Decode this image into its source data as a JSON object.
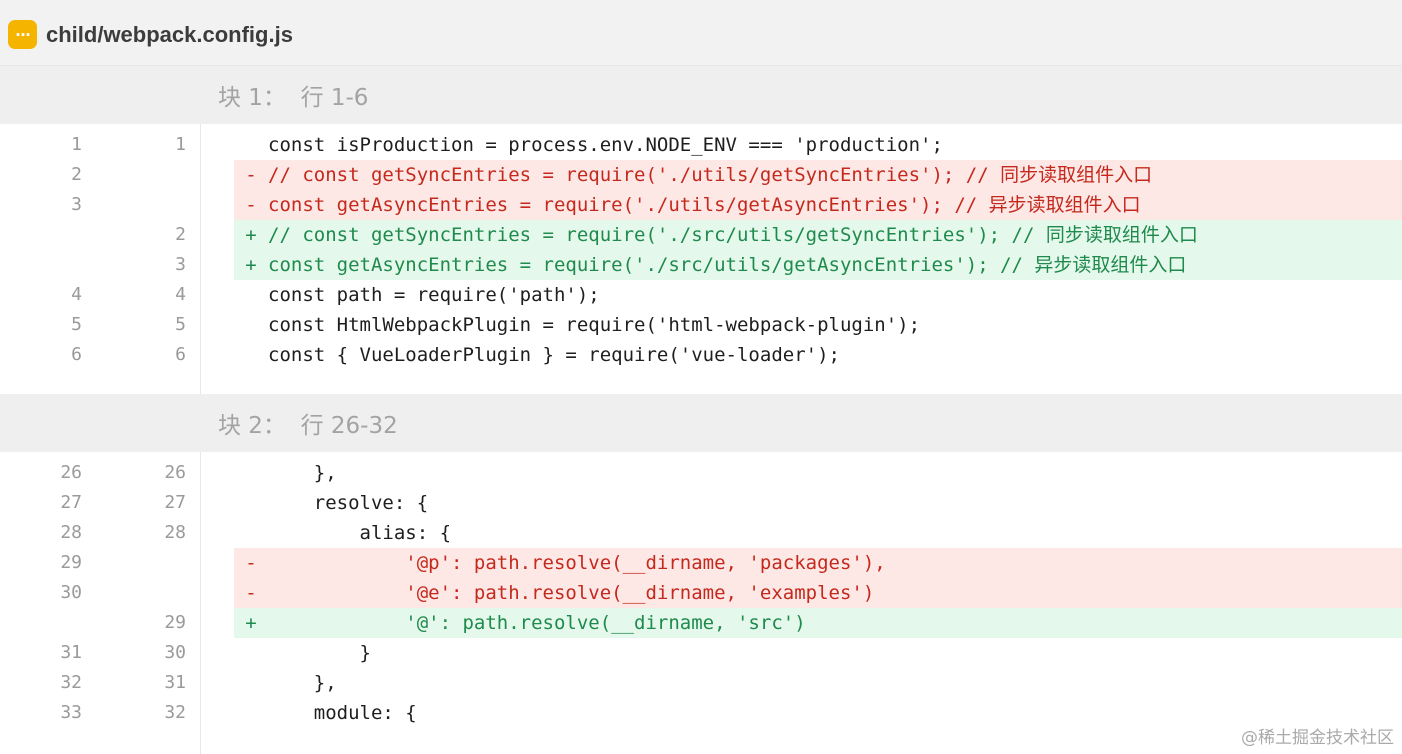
{
  "file": {
    "icon": "…",
    "title": "child/webpack.config.js"
  },
  "hunks": [
    {
      "label": "块 1：  行 1-6",
      "lines": [
        {
          "old": "1",
          "new": "1",
          "type": "ctx",
          "sign": "",
          "text": "const isProduction = process.env.NODE_ENV === 'production';"
        },
        {
          "old": "2",
          "new": "",
          "type": "del",
          "sign": "-",
          "text": "// const getSyncEntries = require('./utils/getSyncEntries'); // 同步读取组件入口"
        },
        {
          "old": "3",
          "new": "",
          "type": "del",
          "sign": "-",
          "text": "const getAsyncEntries = require('./utils/getAsyncEntries'); // 异步读取组件入口"
        },
        {
          "old": "",
          "new": "2",
          "type": "add",
          "sign": "+",
          "text": "// const getSyncEntries = require('./src/utils/getSyncEntries'); // 同步读取组件入口"
        },
        {
          "old": "",
          "new": "3",
          "type": "add",
          "sign": "+",
          "text": "const getAsyncEntries = require('./src/utils/getAsyncEntries'); // 异步读取组件入口"
        },
        {
          "old": "4",
          "new": "4",
          "type": "ctx",
          "sign": "",
          "text": "const path = require('path');"
        },
        {
          "old": "5",
          "new": "5",
          "type": "ctx",
          "sign": "",
          "text": "const HtmlWebpackPlugin = require('html-webpack-plugin');"
        },
        {
          "old": "6",
          "new": "6",
          "type": "ctx",
          "sign": "",
          "text": "const { VueLoaderPlugin } = require('vue-loader');"
        }
      ]
    },
    {
      "label": "块 2：  行 26-32",
      "lines": [
        {
          "old": "26",
          "new": "26",
          "type": "ctx",
          "sign": "",
          "text": "    },"
        },
        {
          "old": "27",
          "new": "27",
          "type": "ctx",
          "sign": "",
          "text": "    resolve: {"
        },
        {
          "old": "28",
          "new": "28",
          "type": "ctx",
          "sign": "",
          "text": "        alias: {"
        },
        {
          "old": "29",
          "new": "",
          "type": "del",
          "sign": "-",
          "text": "            '@p': path.resolve(__dirname, 'packages'),"
        },
        {
          "old": "30",
          "new": "",
          "type": "del",
          "sign": "-",
          "text": "            '@e': path.resolve(__dirname, 'examples')"
        },
        {
          "old": "",
          "new": "29",
          "type": "add",
          "sign": "+",
          "text": "            '@': path.resolve(__dirname, 'src')"
        },
        {
          "old": "31",
          "new": "30",
          "type": "ctx",
          "sign": "",
          "text": "        }"
        },
        {
          "old": "32",
          "new": "31",
          "type": "ctx",
          "sign": "",
          "text": "    },"
        },
        {
          "old": "33",
          "new": "32",
          "type": "ctx",
          "sign": "",
          "text": "    module: {"
        }
      ]
    }
  ],
  "watermark": "@稀土掘金技术社区"
}
